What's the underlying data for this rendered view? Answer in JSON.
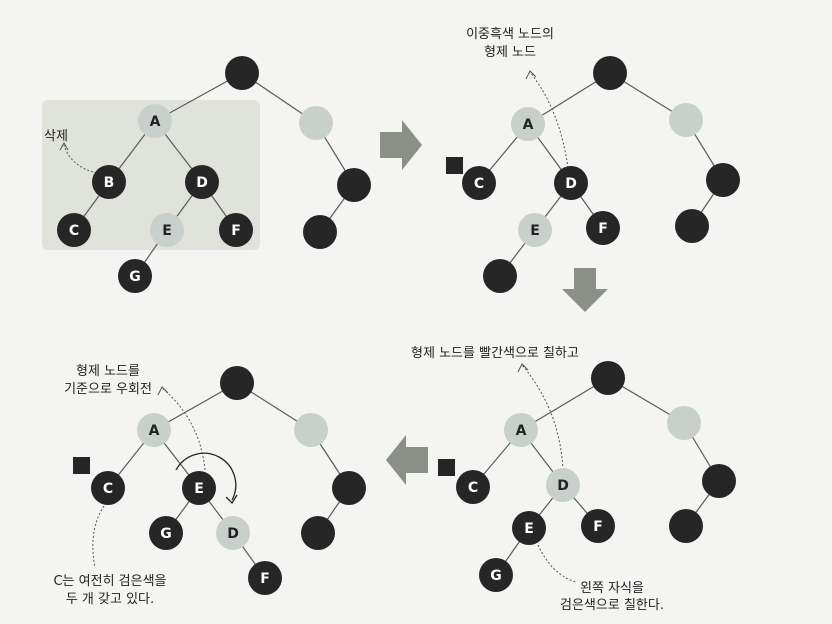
{
  "colors": {
    "background": "#f4f4f2",
    "black_node": "#262626",
    "red_node": "#c9d0cc",
    "highlight": "#e0e2dc",
    "arrow": "#8a8f88",
    "edge": "#5a5a5a",
    "text_dark": "#222222",
    "text_light": "#ffffff"
  },
  "panels": {
    "p1": {
      "delete_label": "삭제",
      "nodes": [
        {
          "id": "r",
          "label": "",
          "color": "black"
        },
        {
          "id": "A",
          "label": "A",
          "color": "red"
        },
        {
          "id": "rr",
          "label": "",
          "color": "red"
        },
        {
          "id": "B",
          "label": "B",
          "color": "black"
        },
        {
          "id": "D",
          "label": "D",
          "color": "black"
        },
        {
          "id": "C",
          "label": "C",
          "color": "black"
        },
        {
          "id": "E",
          "label": "E",
          "color": "red"
        },
        {
          "id": "F",
          "label": "F",
          "color": "black"
        },
        {
          "id": "G",
          "label": "G",
          "color": "black"
        },
        {
          "id": "x1",
          "label": "",
          "color": "black"
        },
        {
          "id": "x2",
          "label": "",
          "color": "black"
        }
      ]
    },
    "p2": {
      "sibling_label_line1": "이중흑색 노드의",
      "sibling_label_line2": "형제 노드",
      "nodes": [
        {
          "id": "r",
          "label": "",
          "color": "black"
        },
        {
          "id": "A",
          "label": "A",
          "color": "red"
        },
        {
          "id": "rr",
          "label": "",
          "color": "red"
        },
        {
          "id": "C",
          "label": "C",
          "color": "black"
        },
        {
          "id": "D",
          "label": "D",
          "color": "black"
        },
        {
          "id": "E",
          "label": "E",
          "color": "red"
        },
        {
          "id": "F",
          "label": "F",
          "color": "black"
        },
        {
          "id": "x0",
          "label": "",
          "color": "black"
        },
        {
          "id": "x1",
          "label": "",
          "color": "black"
        },
        {
          "id": "x2",
          "label": "",
          "color": "black"
        }
      ]
    },
    "p3": {
      "note": "형제 노드를 빨간색으로 칠하고",
      "child_note_line1": "왼쪽 자식을",
      "child_note_line2": "검은색으로 칠한다.",
      "nodes": [
        {
          "id": "r",
          "label": "",
          "color": "black"
        },
        {
          "id": "A",
          "label": "A",
          "color": "red"
        },
        {
          "id": "rr",
          "label": "",
          "color": "red"
        },
        {
          "id": "C",
          "label": "C",
          "color": "black"
        },
        {
          "id": "D",
          "label": "D",
          "color": "red"
        },
        {
          "id": "E",
          "label": "E",
          "color": "black"
        },
        {
          "id": "F",
          "label": "F",
          "color": "black"
        },
        {
          "id": "G",
          "label": "G",
          "color": "black"
        },
        {
          "id": "x1",
          "label": "",
          "color": "black"
        },
        {
          "id": "x2",
          "label": "",
          "color": "black"
        }
      ]
    },
    "p4": {
      "rotate_line1": "형제 노드를",
      "rotate_line2": "기준으로 우회전",
      "c_note_line1": "C는 여전히 검은색을",
      "c_note_line2": "두 개 갖고 있다.",
      "nodes": [
        {
          "id": "r",
          "label": "",
          "color": "black"
        },
        {
          "id": "A",
          "label": "A",
          "color": "red"
        },
        {
          "id": "rr",
          "label": "",
          "color": "red"
        },
        {
          "id": "C",
          "label": "C",
          "color": "black"
        },
        {
          "id": "E",
          "label": "E",
          "color": "black"
        },
        {
          "id": "G",
          "label": "G",
          "color": "black"
        },
        {
          "id": "D",
          "label": "D",
          "color": "red"
        },
        {
          "id": "F",
          "label": "F",
          "color": "black"
        },
        {
          "id": "x1",
          "label": "",
          "color": "black"
        },
        {
          "id": "x2",
          "label": "",
          "color": "black"
        }
      ]
    }
  }
}
